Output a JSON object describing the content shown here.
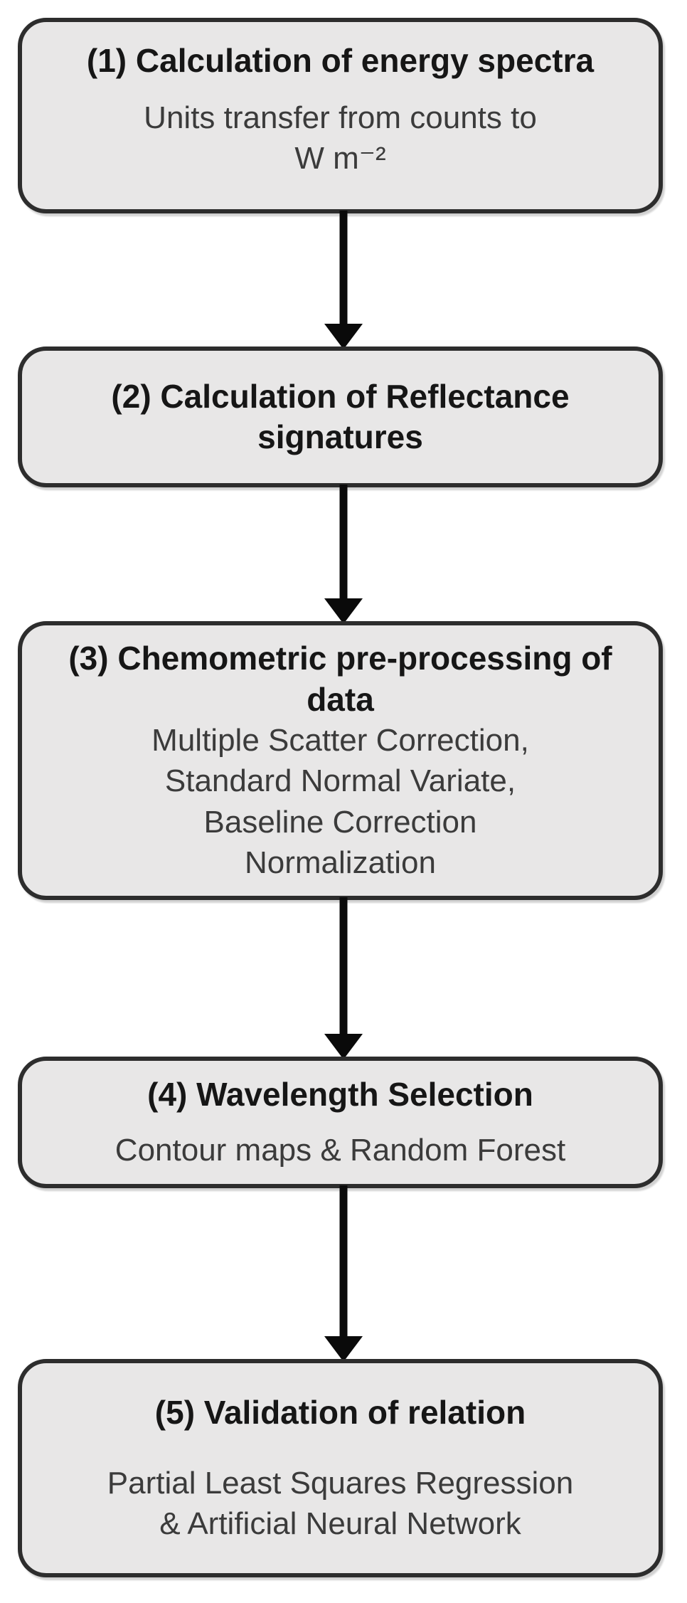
{
  "diagram": {
    "type": "flowchart",
    "direction": "top-to-bottom",
    "colors": {
      "background": "#ffffff",
      "box_fill": "#e8e7e7",
      "box_border": "#2d2d2d",
      "arrow": "#0a0a0a",
      "title_text": "#161616",
      "body_text": "#3b3b3b"
    },
    "steps": [
      {
        "title": "(1) Calculation of energy spectra",
        "body": [
          "Units transfer from counts to",
          "W m⁻²"
        ]
      },
      {
        "title": "(2) Calculation of Reflectance signatures",
        "body": []
      },
      {
        "title": "(3) Chemometric pre-processing of data",
        "body": [
          "Multiple Scatter Correction,",
          "Standard Normal Variate,",
          "Baseline Correction",
          "Normalization"
        ]
      },
      {
        "title": "(4) Wavelength Selection",
        "body": [
          "Contour maps & Random Forest"
        ]
      },
      {
        "title": "(5) Validation of relation",
        "body": [
          "Partial Least Squares Regression",
          "& Artificial Neural Network"
        ]
      }
    ],
    "connectors": [
      {
        "from": 1,
        "to": 2
      },
      {
        "from": 2,
        "to": 3
      },
      {
        "from": 3,
        "to": 4
      },
      {
        "from": 4,
        "to": 5
      }
    ]
  }
}
